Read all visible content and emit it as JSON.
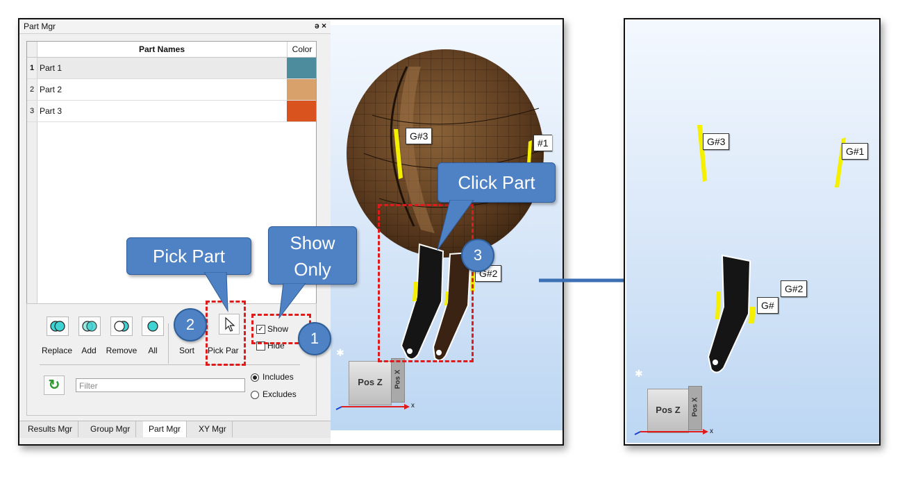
{
  "panel": {
    "title": "Part Mgr",
    "window_controls": "ə ×",
    "table": {
      "headers": {
        "part_names": "Part Names",
        "color": "Color"
      },
      "rows": [
        {
          "index": "1",
          "name": "Part 1",
          "color": "#4c8c9c"
        },
        {
          "index": "2",
          "name": "Part 2",
          "color": "#d8a06a"
        },
        {
          "index": "3",
          "name": "Part 3",
          "color": "#d9531e"
        }
      ]
    },
    "toolbar": {
      "replace_label": "Replace",
      "add_label": "Add",
      "remove_label": "Remove",
      "all_label": "All",
      "sort_label": "Sort",
      "pick_part_label": "Pick Par",
      "show_label": "Show",
      "hide_label": "Hide",
      "show_checked": true,
      "hide_checked": false
    },
    "filter": {
      "placeholder": "Filter",
      "includes_label": "Includes",
      "excludes_label": "Excludes",
      "selected": "Includes"
    },
    "tabs": [
      "Results Mgr",
      "Group Mgr",
      "Part Mgr",
      "XY Mgr"
    ],
    "active_tab": "Part Mgr"
  },
  "viewport_left": {
    "tags": [
      "G#3",
      "#1",
      "G#2"
    ],
    "view_cube": {
      "front": "Pos Z",
      "side": "Pos X"
    },
    "axis_label": "x"
  },
  "viewport_right": {
    "tags": [
      "G#3",
      "G#1",
      "G#2",
      "G#"
    ],
    "view_cube": {
      "front": "Pos Z",
      "side": "Pos X"
    },
    "axis_label": "x"
  },
  "annotations": {
    "callout_pick_part": "Pick Part",
    "callout_show_only_1": "Show",
    "callout_show_only_2": "Only",
    "callout_click_part": "Click Part",
    "step_1": "1",
    "step_2": "2",
    "step_3": "3"
  },
  "colors": {
    "accent_blue": "#4f82c4",
    "dash_red": "#e01b1b",
    "model_brown": "#5b3a1e",
    "guide_yellow": "#f5ef00"
  }
}
